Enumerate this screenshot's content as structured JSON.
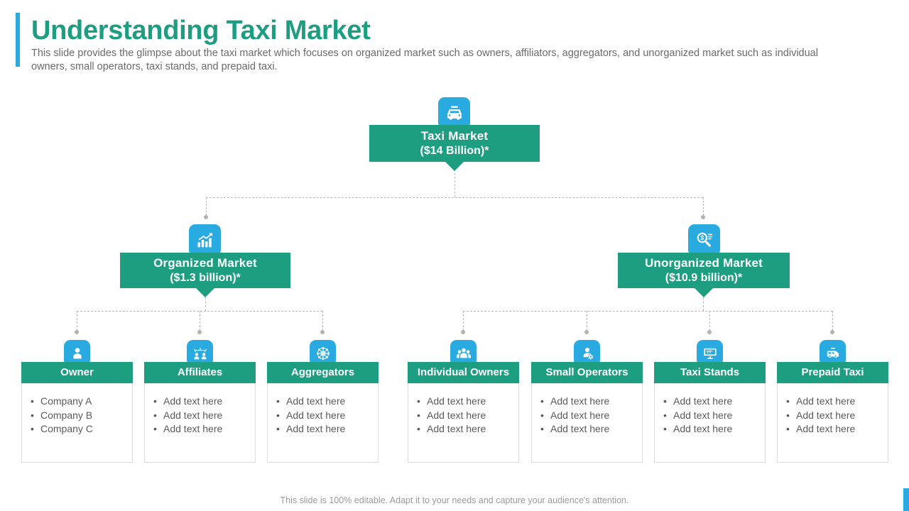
{
  "header": {
    "title": "Understanding Taxi Market",
    "subtitle": "This slide provides the glimpse about the taxi market which focuses on organized market such as owners, affiliators, aggregators, and unorganized market such as individual owners, small operators, taxi stands, and prepaid taxi."
  },
  "colors": {
    "teal": "#1e9e81",
    "blue": "#29ABE2",
    "connector": "#b9b9b9",
    "body_text": "#5a5a5a"
  },
  "tree": {
    "root": {
      "icon": "taxi-car-icon",
      "line1": "Taxi Market",
      "line2": "($14 Billion)*"
    },
    "branches": [
      {
        "icon": "bar-chart-growth-icon",
        "line1": "Organized Market",
        "line2": "($1.3 billion)*"
      },
      {
        "icon": "magnifier-dollar-icon",
        "line1": "Unorganized Market",
        "line2": "($10.9 billion)*"
      }
    ],
    "leaves": [
      {
        "icon": "single-person-icon",
        "title": "Owner",
        "items": [
          "Company A",
          "Company B",
          "Company C"
        ]
      },
      {
        "icon": "two-people-network-icon",
        "title": "Affiliates",
        "items": [
          "Add text here",
          "Add text here",
          "Add text here"
        ]
      },
      {
        "icon": "network-cluster-icon",
        "title": "Aggregators",
        "items": [
          "Add text here",
          "Add text here",
          "Add text here"
        ]
      },
      {
        "icon": "people-group-icon",
        "title": "Individual Owners",
        "items": [
          "Add text here",
          "Add text here",
          "Add text here"
        ]
      },
      {
        "icon": "person-gear-icon",
        "title": "Small Operators",
        "items": [
          "Add text here",
          "Add text here",
          "Add text here"
        ]
      },
      {
        "icon": "taxi-stand-sign-icon",
        "title": "Taxi Stands",
        "items": [
          "Add text here",
          "Add text here",
          "Add text here"
        ]
      },
      {
        "icon": "taxi-van-icon",
        "title": "Prepaid Taxi",
        "items": [
          "Add text here",
          "Add text here",
          "Add text here"
        ]
      }
    ]
  },
  "footer": {
    "note": "This slide is 100% editable. Adapt it to your needs and capture your audience's attention."
  }
}
